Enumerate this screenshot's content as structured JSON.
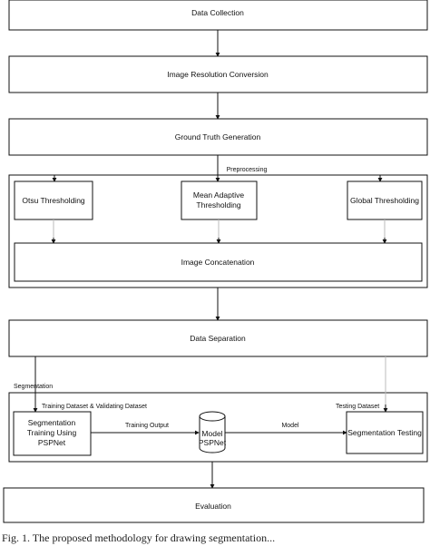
{
  "nodes": {
    "data_collection": "Data Collection",
    "image_resolution_conversion": "Image Resolution Conversion",
    "ground_truth_generation": "Ground Truth Generation",
    "preprocessing_label": "Preprocessing",
    "otsu_thresholding": "Otsu Thresholding",
    "mean_adaptive_line1": "Mean Adaptive",
    "mean_adaptive_line2": "Thresholding",
    "global_thresholding": "Global Thresholding",
    "image_concatenation": "Image Concatenation",
    "data_separation": "Data Separation",
    "segmentation_label": "Segmentation",
    "train_validate_label": "Training Dataset & Validating Dataset",
    "testing_dataset_label": "Testing Dataset",
    "seg_training_line1": "Segmentation",
    "seg_training_line2": "Training Using",
    "seg_training_line3": "PSPNet",
    "training_output_label": "Training Output",
    "model_line1": "Model",
    "model_line2": "PSPNet",
    "model_edge_label": "Model",
    "segmentation_testing": "Segmentation Testing",
    "evaluation": "Evaluation"
  },
  "caption": "Fig. 1.   The proposed methodology for drawing segmentation..."
}
